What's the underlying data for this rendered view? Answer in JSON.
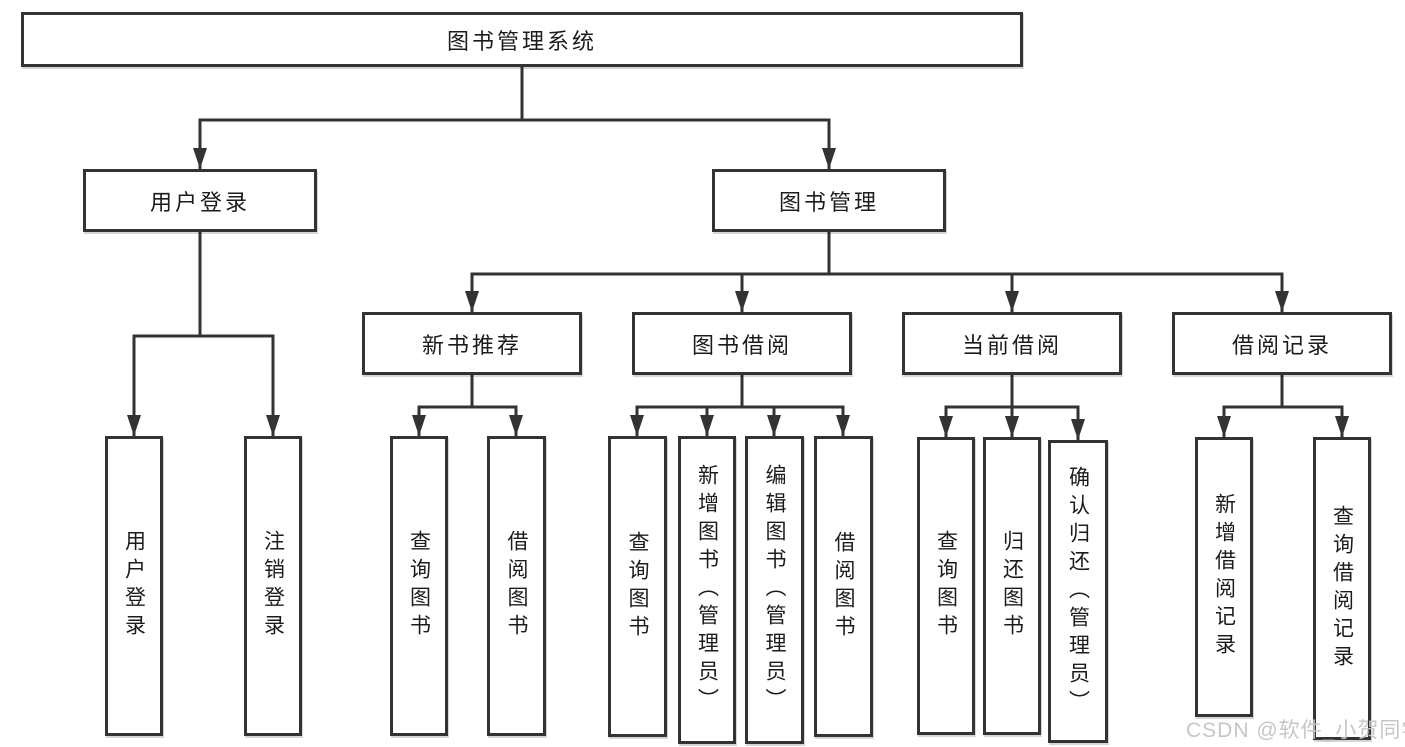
{
  "diagram": {
    "type": "tree",
    "root": {
      "label": "图书管理系统",
      "children": [
        {
          "label": "用户登录",
          "children": [
            {
              "label": "用户登录"
            },
            {
              "label": "注销登录"
            }
          ]
        },
        {
          "label": "图书管理",
          "children": [
            {
              "label": "新书推荐",
              "children": [
                {
                  "label": "查询图书"
                },
                {
                  "label": "借阅图书"
                }
              ]
            },
            {
              "label": "图书借阅",
              "children": [
                {
                  "label": "查询图书"
                },
                {
                  "label": "新增图书（管理员）"
                },
                {
                  "label": "编辑图书（管理员）"
                },
                {
                  "label": "借阅图书"
                }
              ]
            },
            {
              "label": "当前借阅",
              "children": [
                {
                  "label": "查询图书"
                },
                {
                  "label": "归还图书"
                },
                {
                  "label": "确认归还（管理员）"
                }
              ]
            },
            {
              "label": "借阅记录",
              "children": [
                {
                  "label": "新增借阅记录"
                },
                {
                  "label": "查询借阅记录"
                }
              ]
            }
          ]
        }
      ]
    }
  },
  "watermark": {
    "text": "CSDN @软件_小贺同学",
    "color": "#c6c6c6"
  },
  "colors": {
    "line": "#333333",
    "box_border": "#333333",
    "text": "#1c1c1c",
    "background": "#ffffff"
  }
}
